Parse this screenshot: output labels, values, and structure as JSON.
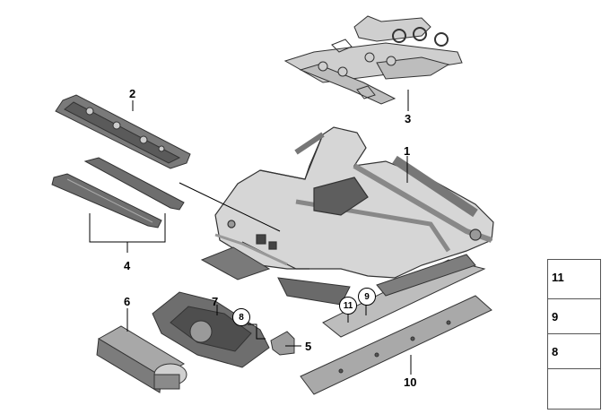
{
  "callouts": {
    "c1": "1",
    "c2": "2",
    "c3": "3",
    "c4": "4",
    "c5": "5",
    "c6": "6",
    "c7": "7",
    "c8": "8",
    "c9": "9",
    "c10": "10",
    "c11": "11"
  },
  "legend": [
    {
      "label": "11",
      "icon": "bolt-icon"
    },
    {
      "label": "9",
      "icon": "clip-icon"
    },
    {
      "label": "8",
      "icon": "screw-icon"
    },
    {
      "label": "",
      "icon": "reference-arrow-icon"
    }
  ],
  "colors": {
    "part_fill": "#d9d9d9",
    "part_dark": "#4a4a4a",
    "part_mid": "#9a9a9a",
    "line": "#000000"
  }
}
